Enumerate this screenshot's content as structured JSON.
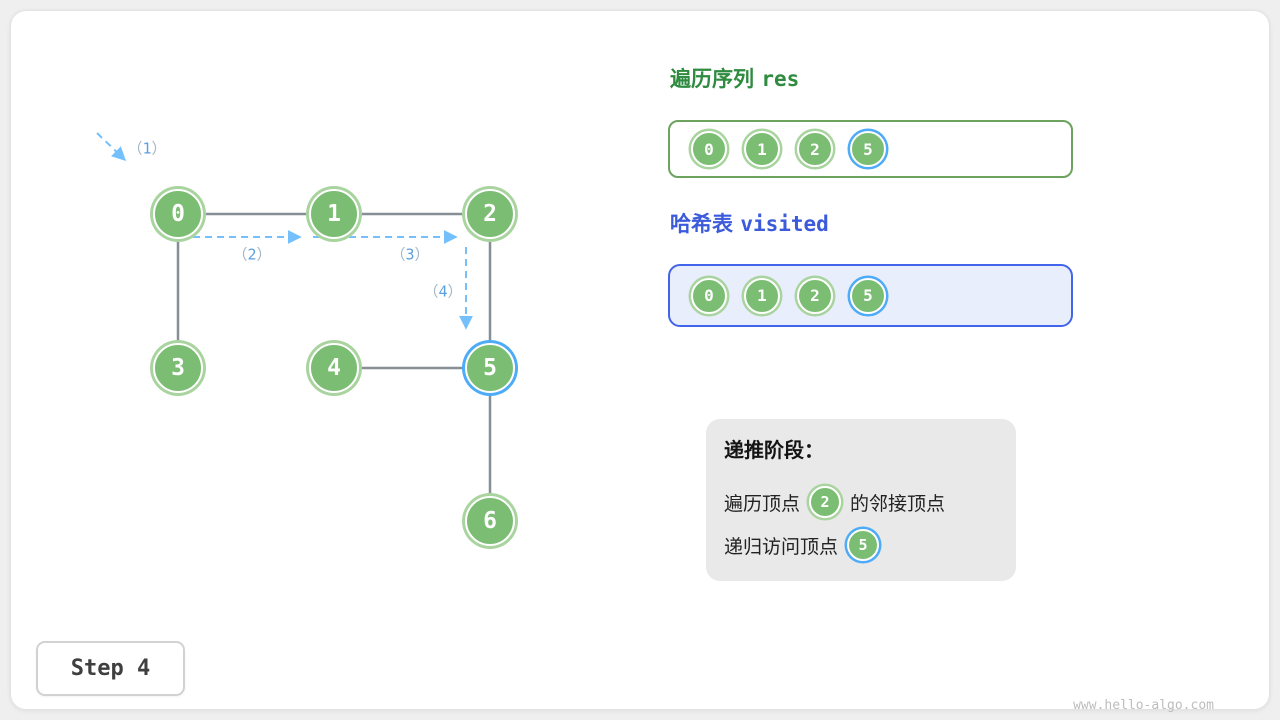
{
  "page": {
    "step_label": "Step 4",
    "watermark": "www.hello-algo.com"
  },
  "graph": {
    "nodes": [
      "0",
      "1",
      "2",
      "3",
      "4",
      "5",
      "6"
    ],
    "edges": [
      [
        "0",
        "1"
      ],
      [
        "1",
        "2"
      ],
      [
        "0",
        "3"
      ],
      [
        "4",
        "5"
      ],
      [
        "2",
        "5"
      ],
      [
        "5",
        "6"
      ]
    ],
    "highlighted_node": "5",
    "arrow_labels": [
      {
        "open": "（",
        "num": "1",
        "close": "）"
      },
      {
        "open": "（",
        "num": "2",
        "close": "）"
      },
      {
        "open": "（",
        "num": "3",
        "close": "）"
      },
      {
        "open": "（",
        "num": "4",
        "close": "）"
      }
    ]
  },
  "panels": {
    "res": {
      "title_cn": "遍历序列",
      "title_code": "res",
      "items": [
        "0",
        "1",
        "2",
        "5"
      ],
      "highlighted_item": "5"
    },
    "visited": {
      "title_cn": "哈希表",
      "title_code": "visited",
      "items": [
        "0",
        "1",
        "2",
        "5"
      ],
      "highlighted_item": "5"
    }
  },
  "info": {
    "heading": "递推阶段：",
    "line1_prefix": "遍历顶点",
    "line1_node": "2",
    "line1_suffix": "的邻接顶点",
    "line2_prefix": "递归访问顶点",
    "line2_node": "5"
  },
  "colors": {
    "node_fill": "#7cbd74",
    "node_ring": "#a9d49f",
    "highlight_ring": "#4dabf7",
    "edge_gray": "#868e96",
    "arrow_blue": "#74c0fc",
    "title_green": "#2e8b3f",
    "title_blue": "#3b5bdb",
    "res_border": "#6ba35f",
    "visited_border": "#4263eb",
    "visited_fill": "#e9eefc",
    "info_bg": "#e9e9e9"
  }
}
